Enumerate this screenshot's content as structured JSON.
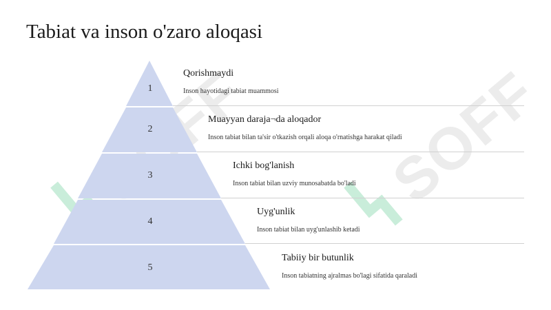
{
  "slide": {
    "title": "Tabiat va inson o'zaro aloqasi"
  },
  "watermark": {
    "text": "SOFF"
  },
  "colors": {
    "pyramid_fill": "#cdd6ef",
    "divider": "#ffffff",
    "watermark_green": "#3cbf7a"
  },
  "levels": [
    {
      "number": "1",
      "title": "Qorishmaydi",
      "description": "Inson hayotidagi tabiat muammosi"
    },
    {
      "number": "2",
      "title": "Muayyan daraja¬da aloqador",
      "description": "Inson tabiat bilan ta'sir o'tkazish orqali aloqa o'rnatishga harakat qiladi"
    },
    {
      "number": "3",
      "title": "Ichki bog'lanish",
      "description": "Inson tabiat bilan uzviy munosabatda bo'ladi"
    },
    {
      "number": "4",
      "title": "Uyg'unlik",
      "description": "Inson tabiat bilan uyg'unlashib ketadi"
    },
    {
      "number": "5",
      "title": "Tabiiy bir butunlik",
      "description": "Inson tabiatning ajralmas bo'lagi sifatida qaraladi"
    }
  ]
}
